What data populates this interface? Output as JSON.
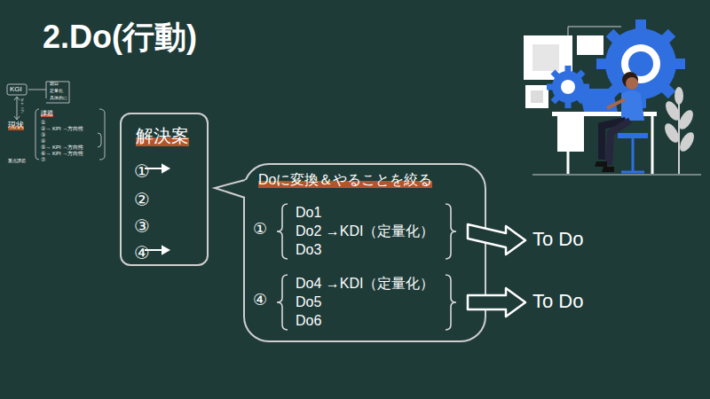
{
  "diagram": {
    "title": "2.Do(行動)",
    "nodes": [
      {
        "text": [
          "解決案",
          "①",
          "②",
          "③",
          "④"
        ]
      },
      {
        "text": [
          "Doに変換＆やることを絞る"
        ]
      },
      {
        "text": [
          "①",
          "Do1",
          "Do2 →KDI（定量化）",
          "Do3"
        ],
        "in": 1
      },
      {
        "text": [
          "④",
          "Do4 →KDI（定量化）",
          "Do5",
          "Do6"
        ],
        "in": 1
      },
      {
        "text": [
          "To Do"
        ]
      },
      {
        "text": [
          "To Do"
        ]
      }
    ],
    "edges": [
      {
        "from": 2,
        "to": 4,
        "arrow": "to"
      },
      {
        "from": 3,
        "to": 5,
        "arrow": "to"
      }
    ],
    "labels": [
      "KGI",
      "期日",
      "定量化",
      "具体的に",
      "ギャップ",
      "現状",
      "課題",
      "①",
      "②→ KPI →方向性",
      "③",
      "④",
      "⑤→ KPI →方向性",
      "⑥→ KPI →方向性",
      "⑦",
      "重点課題"
    ]
  }
}
